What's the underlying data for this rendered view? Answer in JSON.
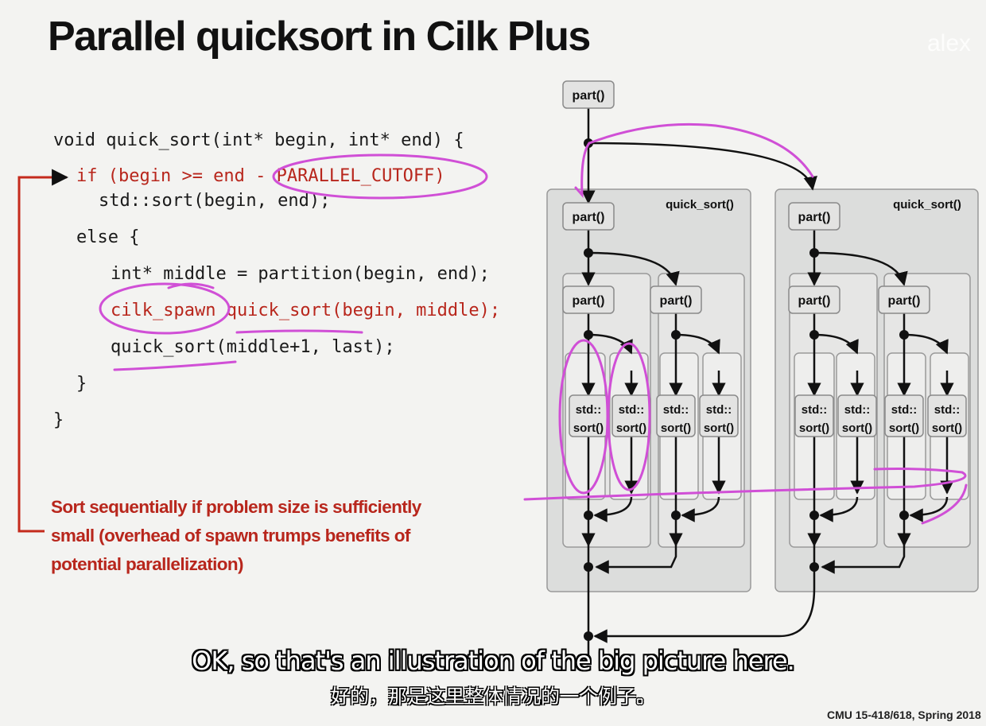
{
  "slide": {
    "title": "Parallel quicksort in Cilk Plus",
    "watermark": "alex",
    "footer": "CMU 15-418/618, Spring 2018"
  },
  "code": {
    "line1": "void quick_sort(int* begin, int* end) {",
    "line2": "if (begin >= end - PARALLEL_CUTOFF)",
    "line3": "std::sort(begin, end);",
    "line4": "else {",
    "line5": "int* middle = partition(begin, end);",
    "line6": "cilk_spawn quick_sort(begin, middle);",
    "line7": "quick_sort(middle+1, last);",
    "line8": "}",
    "line9": "}"
  },
  "note": "Sort sequentially if problem size is sufficiently small (overhead of spawn trumps benefits of potential parallelization)",
  "diagram": {
    "part_label": "part()",
    "box_label": "quick_sort()",
    "leaf_line1": "std::",
    "leaf_line2": "sort()"
  },
  "subtitles": {
    "english": "OK, so that's an illustration of the big picture here.",
    "chinese": "好的，那是这里整体情况的一个例子。"
  },
  "colors": {
    "code_red": "#b8261c",
    "annotation_pen": "#d04fd6",
    "box_fill": "#dcdddc"
  }
}
